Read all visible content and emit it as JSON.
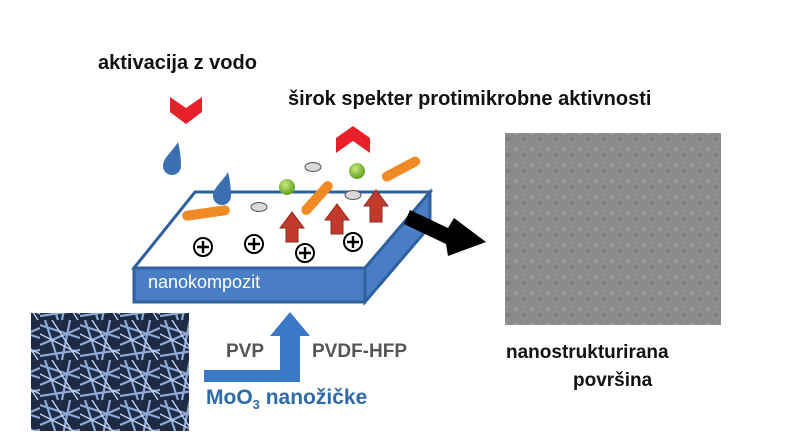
{
  "labels": {
    "activation": "aktivacija z vodo",
    "spectrum": "širok spekter protimikrobne aktivnosti",
    "composite": "nanokompozit",
    "pvp": "PVP",
    "pvdf_hfp": "PVDF-HFP",
    "moo3_prefix": "MoO",
    "moo3_sub": "3",
    "moo3_suffix": " nanožičke",
    "surface_line1": "nanostrukturirana",
    "surface_line2": "površina"
  },
  "colors": {
    "chevron": "#e8202a",
    "water_drop": "#3b6fb0",
    "slab_top": "#ffffff",
    "slab_front": "#4a7ec4",
    "slab_stroke": "#2e5f9e",
    "rod": "#f08a24",
    "green_particle": "#8cc63f",
    "up_arrow": "#c0392b",
    "blue_arrow": "#3b78c5",
    "gray_text": "#555555",
    "blue_text": "#2f6aa8"
  },
  "icons": {
    "drops": "water-drop-icon",
    "chevron_down": "chevron-down-icon",
    "chevron_up": "chevron-up-icon",
    "plus": "plus-circle-icon",
    "release_arrow": "up-arrow-icon"
  }
}
